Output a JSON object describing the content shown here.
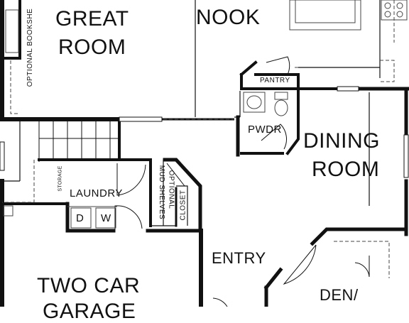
{
  "rooms": {
    "great_room_line1": "GREAT",
    "great_room_line2": "ROOM",
    "nook": "NOOK",
    "pantry": "PANTRY",
    "pwdr": "PWDR",
    "dining_line1": "DINING",
    "dining_line2": "ROOM",
    "laundry": "LAUNDRY",
    "washer": "W",
    "dryer": "D",
    "storage": "STORAGE",
    "mud_shelves": "MUD SHELVES",
    "optional_closet_opt": "OPTIONAL",
    "closet": "CLOSET",
    "optional_bookshelf": "OPTIONAL BOOKSHE",
    "entry": "ENTRY",
    "garage_line1": "TWO CAR",
    "garage_line2": "GARAGE",
    "den": "DEN/"
  },
  "colors": {
    "wall": "#111111",
    "fixture": "#444444",
    "background": "#ffffff"
  }
}
